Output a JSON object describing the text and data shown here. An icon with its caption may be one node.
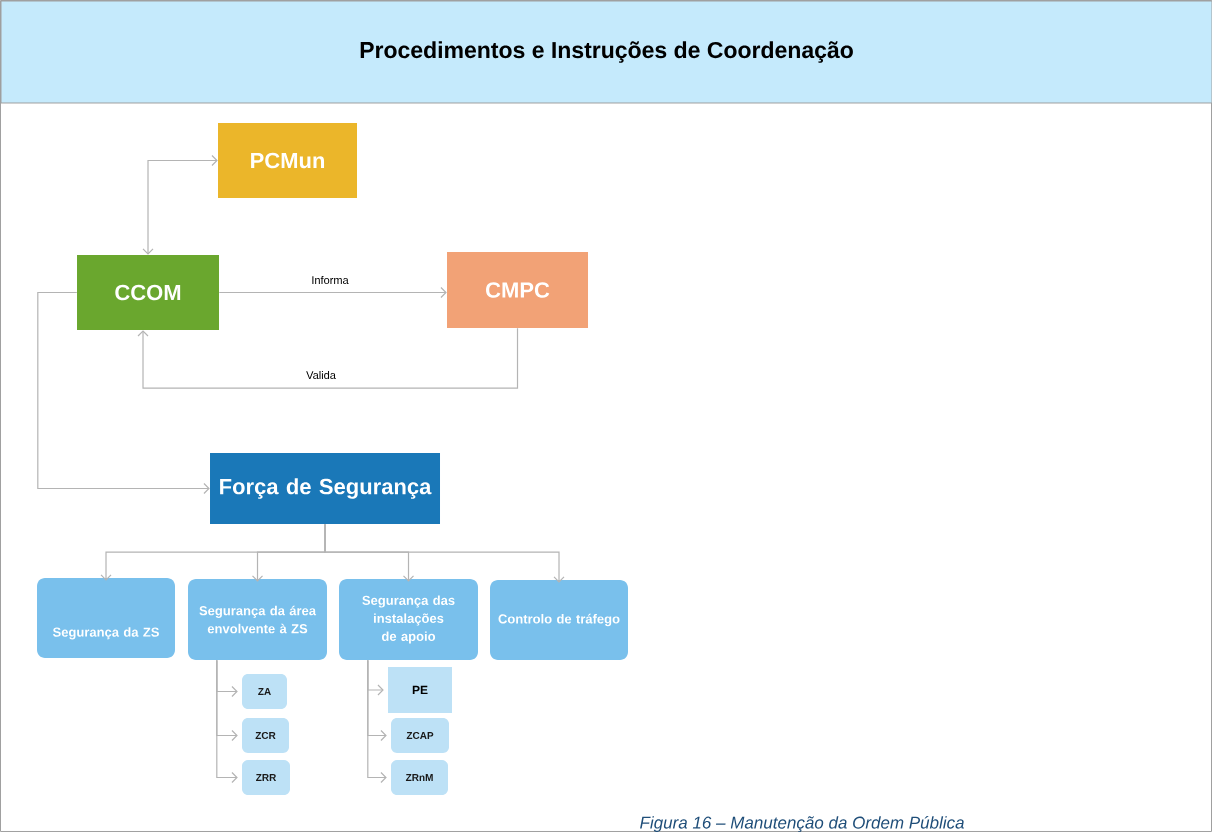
{
  "diagram": {
    "title": "Procedimentos e Instruções de Coordenação",
    "caption": "Figura 16 – Manutenção da Ordem Pública",
    "nodes": [
      {
        "text": [
          "PCMun"
        ]
      },
      {
        "text": [
          "CCOM"
        ]
      },
      {
        "text": [
          "CMPC"
        ]
      },
      {
        "text": [
          "Força de Segurança"
        ]
      },
      {
        "text": [
          "Segurança da ZS"
        ]
      },
      {
        "text": [
          "Segurança da área envolvente à ZS"
        ]
      },
      {
        "text": [
          "Segurança das instalações de apoio"
        ]
      },
      {
        "text": [
          "Controlo de tráfego"
        ]
      },
      {
        "text": [
          "ZA"
        ]
      },
      {
        "text": [
          "ZCR"
        ]
      },
      {
        "text": [
          "ZRR"
        ]
      },
      {
        "text": [
          "PE"
        ]
      },
      {
        "text": [
          "ZCAP"
        ]
      },
      {
        "text": [
          "ZRnM"
        ]
      }
    ],
    "edges": [
      {
        "from": 1,
        "to": 0,
        "arrow": "both"
      },
      {
        "from": 1,
        "to": 2,
        "arrow": "to",
        "label": "Informa"
      },
      {
        "from": 2,
        "to": 1,
        "arrow": "to",
        "label": "Valida"
      },
      {
        "from": 1,
        "to": 3,
        "arrow": "to"
      },
      {
        "from": 3,
        "to": 4,
        "arrow": "to"
      },
      {
        "from": 3,
        "to": 5,
        "arrow": "to"
      },
      {
        "from": 3,
        "to": 6,
        "arrow": "to"
      },
      {
        "from": 3,
        "to": 7,
        "arrow": "to"
      },
      {
        "from": 5,
        "to": 8,
        "arrow": "to"
      },
      {
        "from": 5,
        "to": 9,
        "arrow": "to"
      },
      {
        "from": 5,
        "to": 10,
        "arrow": "to"
      },
      {
        "from": 6,
        "to": 11,
        "arrow": "to"
      },
      {
        "from": 6,
        "to": 12,
        "arrow": "to"
      },
      {
        "from": 6,
        "to": 13,
        "arrow": "to"
      }
    ]
  }
}
